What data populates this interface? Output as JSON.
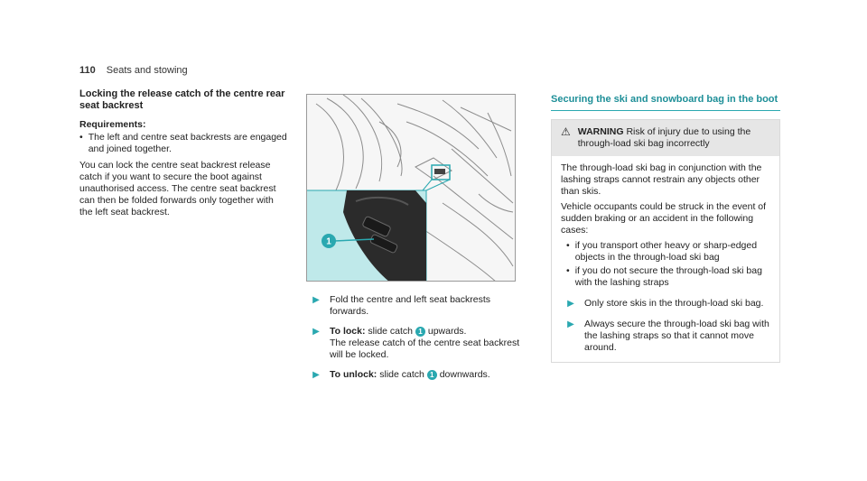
{
  "header": {
    "page_number": "110",
    "section": "Seats and stowing"
  },
  "left": {
    "title": "Locking the release catch of the centre rear seat backrest",
    "requirements_label": "Requirements:",
    "requirements": [
      "The left and centre seat backrests are engaged and joined together."
    ],
    "paragraph": "You can lock the centre seat backrest release catch if you want to secure the boot against unauthorised access. The centre seat backrest can then be folded forwards only together with the left seat backrest."
  },
  "figure": {
    "callout": "1"
  },
  "steps": [
    {
      "text": "Fold the centre and left seat backrests forwards."
    },
    {
      "label": "To lock:",
      "before": "slide catch",
      "badge": "1",
      "after": "upwards.",
      "note": "The release catch of the centre seat backrest will be locked."
    },
    {
      "label": "To unlock:",
      "before": "slide catch",
      "badge": "1",
      "after": "downwards."
    }
  ],
  "right": {
    "title": "Securing the ski and snowboard bag in the boot",
    "warning": {
      "label": "WARNING",
      "heading": "Risk of injury due to using the through-load ski bag incorrectly",
      "para1": "The through-load ski bag in conjunction with the lashing straps cannot restrain any objects other than skis.",
      "para2": "Vehicle occupants could be struck in the event of sudden braking or an accident in the following cases:",
      "bullets": [
        "if you transport other heavy or sharp-edged objects in the through-load ski bag",
        "if you do not secure the through-load ski bag with the lashing straps"
      ],
      "steps": [
        "Only store skis in the through-load ski bag.",
        "Always secure the through-load ski bag with the lashing straps so that it cannot move around."
      ]
    }
  },
  "colors": {
    "accent": "#2aa8b0",
    "inset_bg": "#bfe9ea"
  }
}
